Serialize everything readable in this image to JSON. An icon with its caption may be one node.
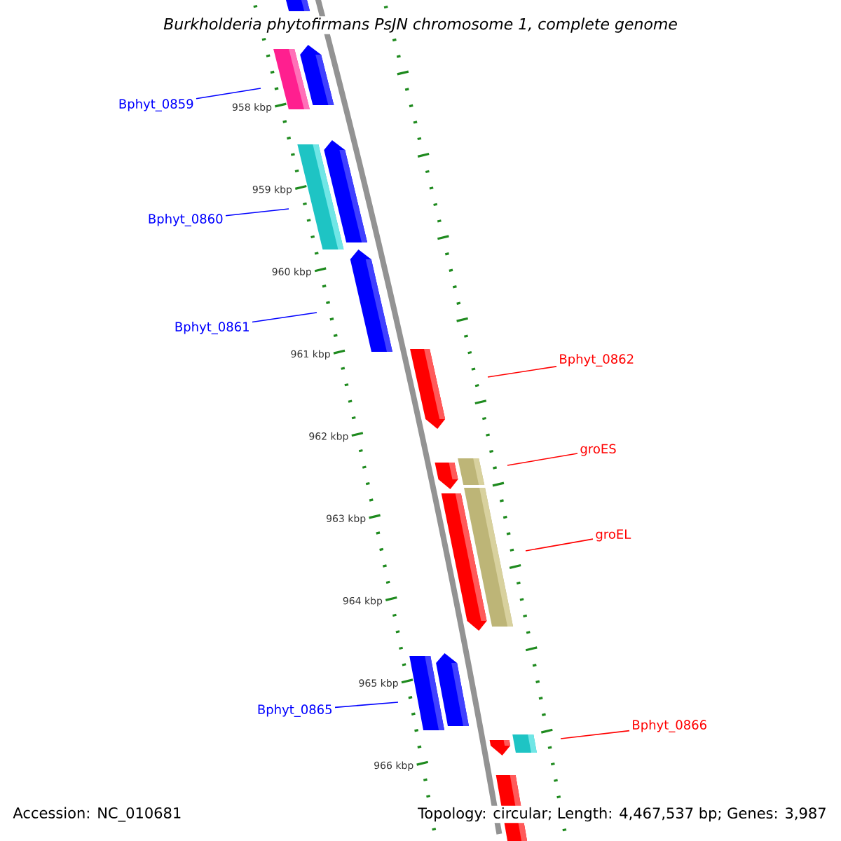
{
  "diagram": {
    "title": "Burkholderia phytofirmans PsJN chromosome 1, complete genome",
    "nodes": [
      {
        "text": [
          "Bphyt_0859"
        ]
      },
      {
        "text": [
          "Bphyt_0860"
        ]
      },
      {
        "text": [
          "Bphyt_0861"
        ]
      },
      {
        "text": [
          "Bphyt_0862"
        ]
      },
      {
        "text": [
          "groES"
        ]
      },
      {
        "text": [
          "groEL"
        ]
      },
      {
        "text": [
          "Bphyt_0865"
        ]
      },
      {
        "text": [
          "Bphyt_0866"
        ]
      }
    ],
    "edges": [
      {
        "from": 0,
        "to": null,
        "arrow": "none",
        "color": "#0000ff"
      },
      {
        "from": 1,
        "to": null,
        "arrow": "none",
        "color": "#0000ff"
      },
      {
        "from": 2,
        "to": null,
        "arrow": "none",
        "color": "#0000ff"
      },
      {
        "from": 3,
        "to": null,
        "arrow": "none",
        "color": "#ff0000"
      },
      {
        "from": 4,
        "to": null,
        "arrow": "none",
        "color": "#ff0000"
      },
      {
        "from": 5,
        "to": null,
        "arrow": "none",
        "color": "#ff0000"
      },
      {
        "from": 6,
        "to": null,
        "arrow": "none",
        "color": "#0000ff"
      },
      {
        "from": 7,
        "to": null,
        "arrow": "none",
        "color": "#ff0000"
      }
    ],
    "labels": [
      "958 kbp",
      "959 kbp",
      "960 kbp",
      "961 kbp",
      "962 kbp",
      "963 kbp",
      "964 kbp",
      "965 kbp",
      "966 kbp",
      "Accession: NC_010681",
      "Topology: circular; Length: 4,467,537 bp; Genes: 3,987"
    ]
  }
}
